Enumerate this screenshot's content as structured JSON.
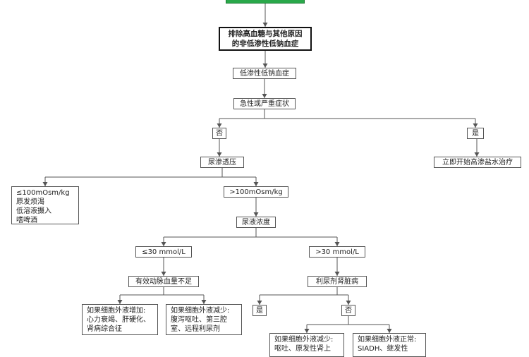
{
  "colors": {
    "start_bar": "#2aa84a",
    "line": "#555555",
    "border": "#555555"
  },
  "nodes": {
    "root": {
      "lines": [
        "排除高血糖与其他原因",
        "的非低渗性低钠血症"
      ]
    },
    "hypotonic": "低渗性低钠血症",
    "severe": "急性或严重症状",
    "no1": "否",
    "yes1": "是",
    "urine_osm": "尿渗透压",
    "hypertonic_tx": "立即开始高渗盐水治疗",
    "low_osm": {
      "lines": [
        "≤100mOsm/kg",
        "原发烦渴",
        "低溶液摄入",
        "嗜啤酒"
      ]
    },
    "high_osm": ">100mOsm/kg",
    "urine_na": "尿液浓度",
    "na_low": "≤30 mmol/L",
    "na_high": ">30 mmol/L",
    "eff_vol": "有效动脉血量不足",
    "diuretic": "利尿剂肾脏病",
    "ecf_up": {
      "lines": [
        "如果细胞外液增加:",
        "心力衰竭、肝硬化、",
        "肾病综合征"
      ]
    },
    "ecf_down": {
      "lines": [
        "如果细胞外液减少:",
        "腹泻呕吐、第三腔",
        "室、远程利尿剂"
      ]
    },
    "yes2": "是",
    "no2": "否",
    "ecf_down2": {
      "lines": [
        "如果细胞外液减少:",
        "呕吐、原发性肾上"
      ]
    },
    "ecf_normal": {
      "lines": [
        "如果细胞外液正常:",
        "SIADH、继发性"
      ]
    }
  }
}
